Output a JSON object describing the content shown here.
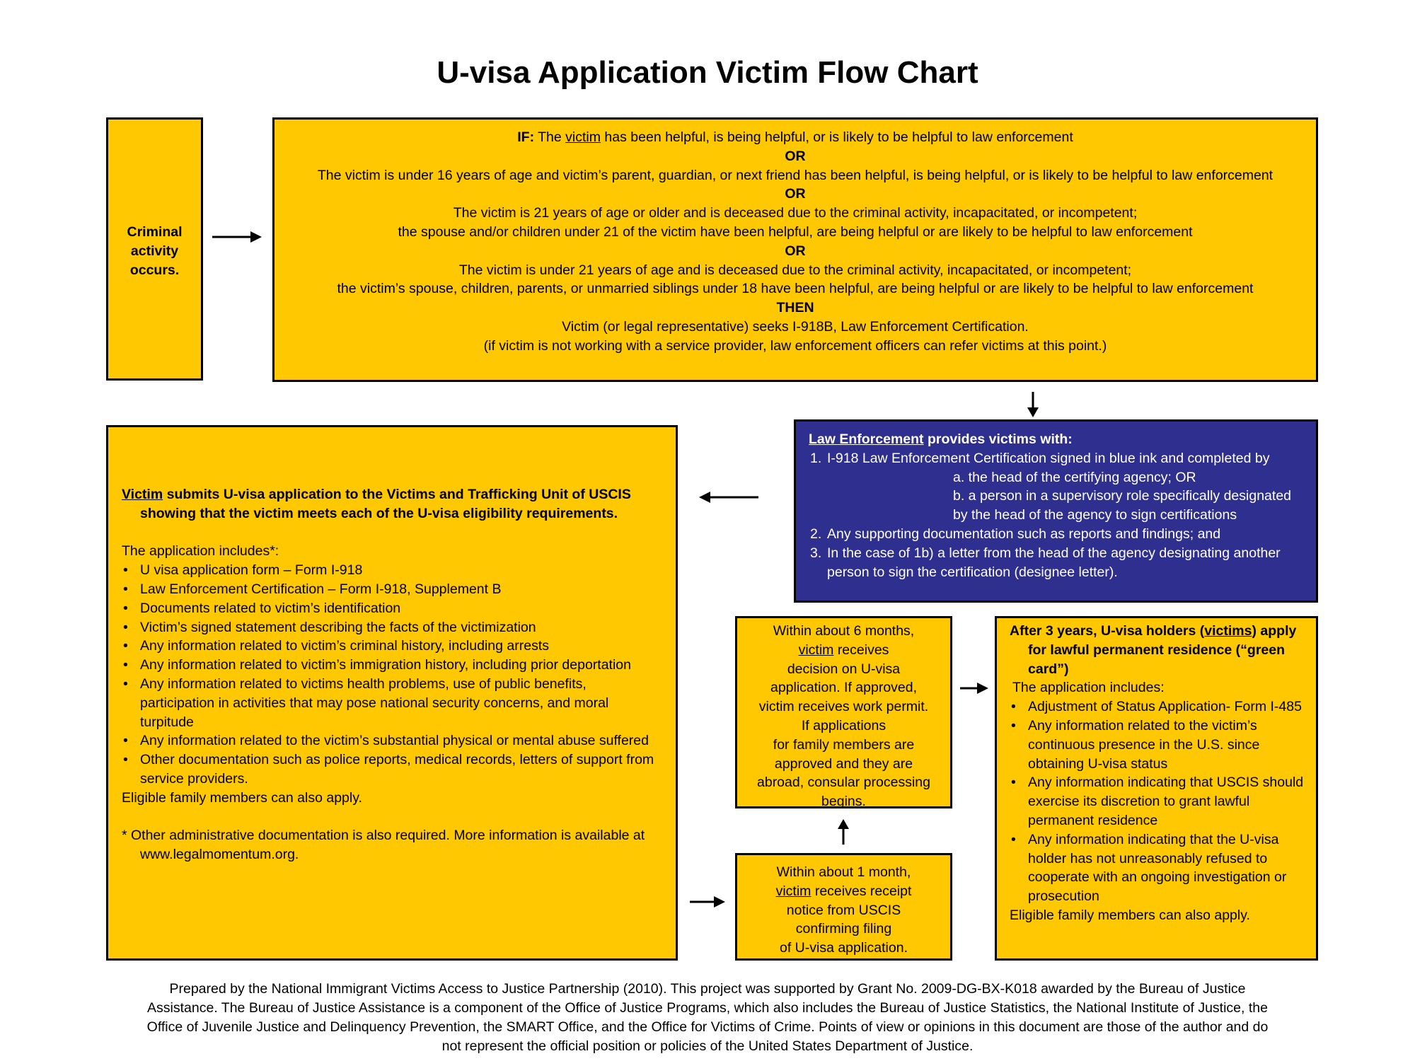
{
  "title": "U-visa Application Victim Flow Chart",
  "criminal_box": {
    "lines": [
      "Criminal",
      "activity",
      "occurs."
    ]
  },
  "if_box": {
    "if_label": "IF:",
    "line1_pre": "The",
    "line1_victim": "victim",
    "line1_post": "has been helpful, is being helpful, or is likely to be helpful to law enforcement",
    "or_label": "OR",
    "line2": "The victim is under 16 years of age and victim’s parent, guardian, or next friend has been helpful, is being helpful, or is likely to be helpful to law enforcement",
    "line3a": "The victim is 21 years of age or older and is deceased due to the criminal activity, incapacitated, or incompetent;",
    "line3b": "the spouse and/or children under 21 of the victim have been helpful, are being helpful or are likely to be helpful to law enforcement",
    "line4a": "The victim is under 21 years of age and is deceased due to the criminal activity, incapacitated, or incompetent;",
    "line4b": "the victim’s spouse, children, parents, or unmarried siblings under 18 have been helpful, are being helpful or are likely to be helpful to law enforcement",
    "then_label": "THEN",
    "line5": "Victim (or legal representative) seeks  I-918B, Law Enforcement Certification.",
    "line6": "(if victim is not working with a service provider, law enforcement officers can refer victims at this point.)"
  },
  "law_box": {
    "heading_u": "Law Enforcement",
    "heading_rest": "provides victims with:",
    "items": [
      {
        "num": "1.",
        "text": "I-918 Law Enforcement Certification signed in blue  ink and completed by"
      },
      {
        "num": "2.",
        "text": "Any supporting documentation such as reports and findings; and"
      },
      {
        "num": "3.",
        "text": "In the case of 1b) a letter from the head of the agency designating another person to sign the certification (designee letter)."
      }
    ],
    "sub_a": "a. the head of the certifying agency; OR",
    "sub_b1": "b. a person in a supervisory role specifically designated",
    "sub_b2": "by the head of the agency to sign certifications"
  },
  "victim_box": {
    "heading_u": "Victim",
    "heading_rest": "submits U-visa application to the Victims and Trafficking Unit of USCIS",
    "heading_line2": "showing that the victim meets each of the U-visa eligibility requirements.",
    "includes": "The application includes*:",
    "bullets": [
      "U visa application form – Form I-918",
      "Law Enforcement Certification – Form I-918, Supplement B",
      "Documents related to victim’s identification",
      "Victim’s signed statement describing the facts of the victimization",
      "Any information related to victim’s criminal history, including arrests",
      "Any information related to victim’s immigration history, including prior deportation",
      "Any information related to victims health problems, use of public benefits, participation in activities that may pose national security concerns, and moral turpitude",
      "Any information related to the victim’s substantial physical or mental abuse suffered",
      "Other documentation such as police reports, medical records, letters of support from service providers."
    ],
    "eligible": "Eligible family members can also apply.",
    "footnote": "* Other administrative documentation is also required.  More information is available at www.legalmomentum.org."
  },
  "month1_box": {
    "line1": "Within about 1 month,",
    "victim": "victim",
    "line2_rest": "receives receipt",
    "line3": "notice from USCIS",
    "line4": "confirming filing",
    "line5": "of U-visa application."
  },
  "month6_box": {
    "line1": "Within about 6 months,",
    "victim": "victim",
    "line2_rest": "receives",
    "line3": "decision on U-visa",
    "line4": "application.  If approved,",
    "line5": "victim receives work permit.",
    "line6": "If applications",
    "line7": "for family members are",
    "line8": "approved and they are",
    "line9": "abroad, consular processing",
    "line10": "begins."
  },
  "green_box": {
    "heading_pre": "After 3 years, U-visa holders (",
    "heading_u": "victims",
    "heading_post": ") apply for lawful permanent residence (“green card”)",
    "includes": "The application includes:",
    "bullets": [
      "Adjustment of Status Application- Form I-485",
      "Any information related to the victim’s continuous presence in the U.S. since obtaining U-visa status",
      "Any information indicating that USCIS should exercise its discretion to grant lawful permanent residence",
      " Any information indicating that the U-visa holder has not unreasonably refused to cooperate with an ongoing investigation or prosecution"
    ],
    "eligible": "Eligible family members can also apply."
  },
  "footer": "Prepared by the National Immigrant Victims Access to Justice Partnership (2010).  This project was supported by Grant No. 2009-DG-BX-K018 awarded by the Bureau of Justice Assistance. The Bureau of Justice Assistance is a component of the Office of Justice Programs, which also includes the Bureau of Justice Statistics, the National Institute of Justice, the Office of Juvenile Justice and Delinquency Prevention, the SMART Office, and the Office for Victims of Crime. Points of view or opinions in this document are those of the author and do not represent the official position or policies of the United States Department of Justice.",
  "colors": {
    "box_yellow": "#ffc800",
    "box_blue": "#2e2f8e",
    "border": "#000000"
  }
}
